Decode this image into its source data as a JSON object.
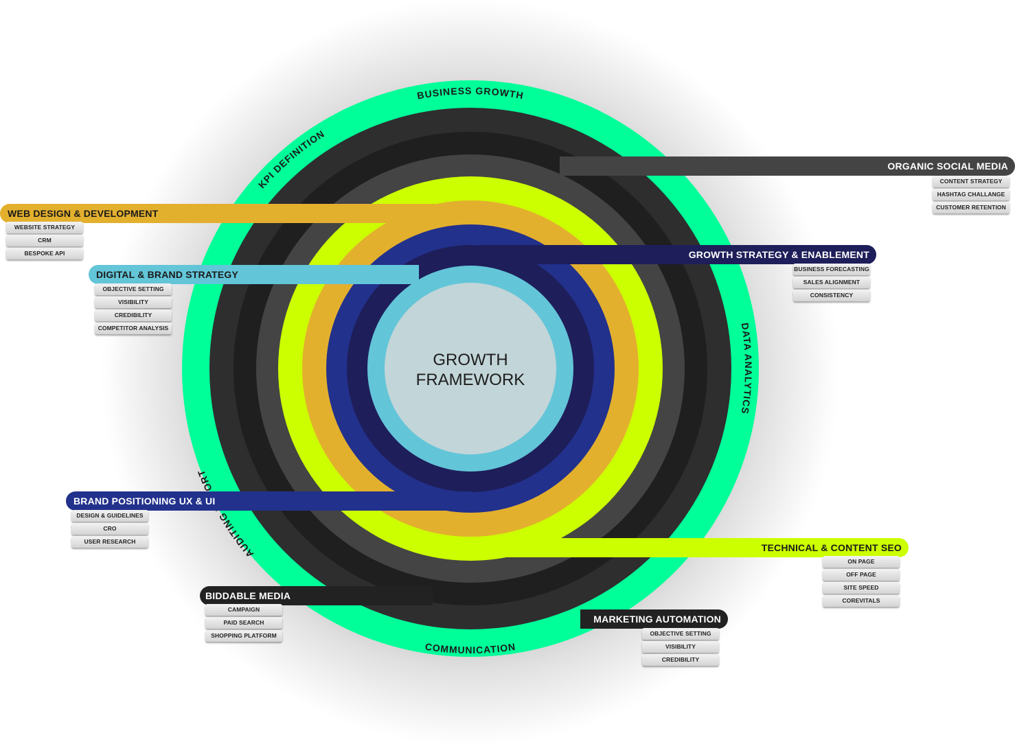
{
  "center": {
    "line1": "GROWTH",
    "line2": "FRAMEWORK"
  },
  "outer_ring_labels": {
    "top": "BUSINESS GROWTH",
    "upper_left": "KPI DEFINITION",
    "left": "AUDITING REPORT",
    "right": "DATA ANALYTICS",
    "bottom": "COMMUNICATION"
  },
  "colors": {
    "outer": "#00ff99",
    "ring_dark": "#2a2a2a",
    "ring_grey": "#444444",
    "lime": "#ccff00",
    "orange": "#e3b02e",
    "blue": "#22318c",
    "navy": "#1e1e5a",
    "cyan": "#63c5d8",
    "core": "#c2d5d8"
  },
  "sections": {
    "organic_social": {
      "title": "ORGANIC SOCIAL MEDIA",
      "items": [
        "CONTENT STRATEGY",
        "HASHTAG CHALLANGE",
        "CUSTOMER RETENTION"
      ]
    },
    "web_design": {
      "title": "WEB DESIGN & DEVELOPMENT",
      "items": [
        "WEBSITE STRATEGY",
        "CRM",
        "BESPOKE API"
      ]
    },
    "growth_strategy": {
      "title": "GROWTH STRATEGY & ENABLEMENT",
      "items": [
        "BUSINESS FORECASTING",
        "SALES ALIGNMENT",
        "CONSISTENCY"
      ]
    },
    "digital_brand": {
      "title": "DIGITAL & BRAND STRATEGY",
      "items": [
        "OBJECTIVE SETTING",
        "VISIBILITY",
        "CREDIBILITY",
        "COMPETITOR ANALYSIS"
      ]
    },
    "brand_positioning": {
      "title": "BRAND POSITIONING UX & UI",
      "items": [
        "DESIGN & GUIDELINES",
        "CRO",
        "USER RESEARCH"
      ]
    },
    "technical_seo": {
      "title": "TECHNICAL & CONTENT SEO",
      "items": [
        "ON PAGE",
        "OFF PAGE",
        "SITE SPEED",
        "COREVITALS"
      ]
    },
    "biddable_media": {
      "title": "BIDDABLE MEDIA",
      "items": [
        "CAMPAIGN",
        "PAID SEARCH",
        "SHOPPING PLATFORM"
      ]
    },
    "marketing_automation": {
      "title": "MARKETING AUTOMATION",
      "items": [
        "OBJECTIVE SETTING",
        "VISIBILITY",
        "CREDIBILITY"
      ]
    }
  }
}
